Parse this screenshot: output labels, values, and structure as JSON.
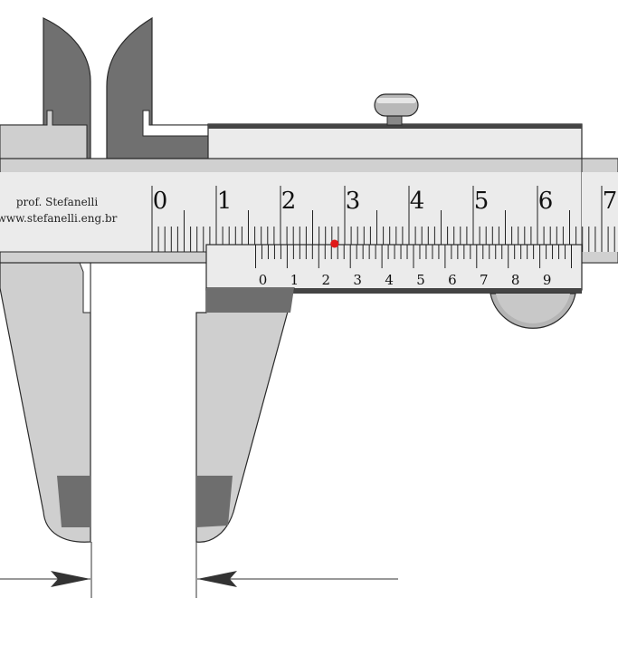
{
  "credit": {
    "author": "prof. Stefanelli",
    "website": "www.stefanelli.eng.br"
  },
  "main_scale": {
    "labels": [
      "0",
      "1",
      "2",
      "3",
      "4",
      "5",
      "6",
      "7"
    ]
  },
  "vernier_scale": {
    "labels": [
      "0",
      "1",
      "2",
      "3",
      "4",
      "5",
      "6",
      "7",
      "8",
      "9"
    ],
    "coinciding_division": 2.5
  },
  "colors": {
    "body_light": "#d0d0d0",
    "body_dark": "#707070",
    "scale_face": "#ebebeb",
    "outline": "#2a2a2a",
    "indicator": "#e01818"
  }
}
